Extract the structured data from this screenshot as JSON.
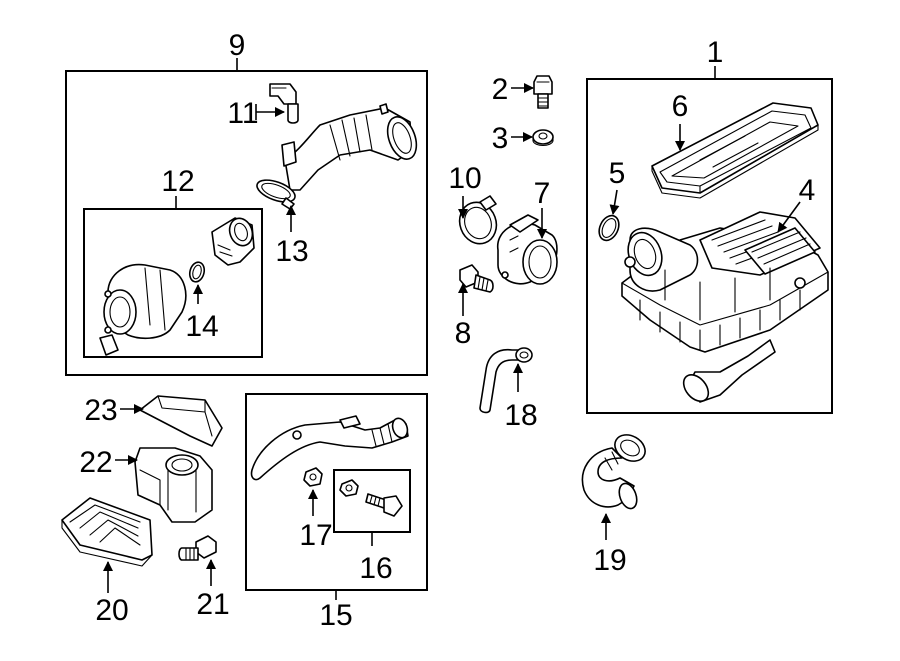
{
  "callouts": {
    "c1": "1",
    "c2": "2",
    "c3": "3",
    "c4": "4",
    "c5": "5",
    "c6": "6",
    "c7": "7",
    "c8": "8",
    "c9": "9",
    "c10": "10",
    "c11": "11",
    "c12": "12",
    "c13": "13",
    "c14": "14",
    "c15": "15",
    "c16": "16",
    "c17": "17",
    "c18": "18",
    "c19": "19",
    "c20": "20",
    "c21": "21",
    "c22": "22",
    "c23": "23"
  },
  "colors": {
    "ink": "#000000",
    "paper": "#ffffff"
  }
}
